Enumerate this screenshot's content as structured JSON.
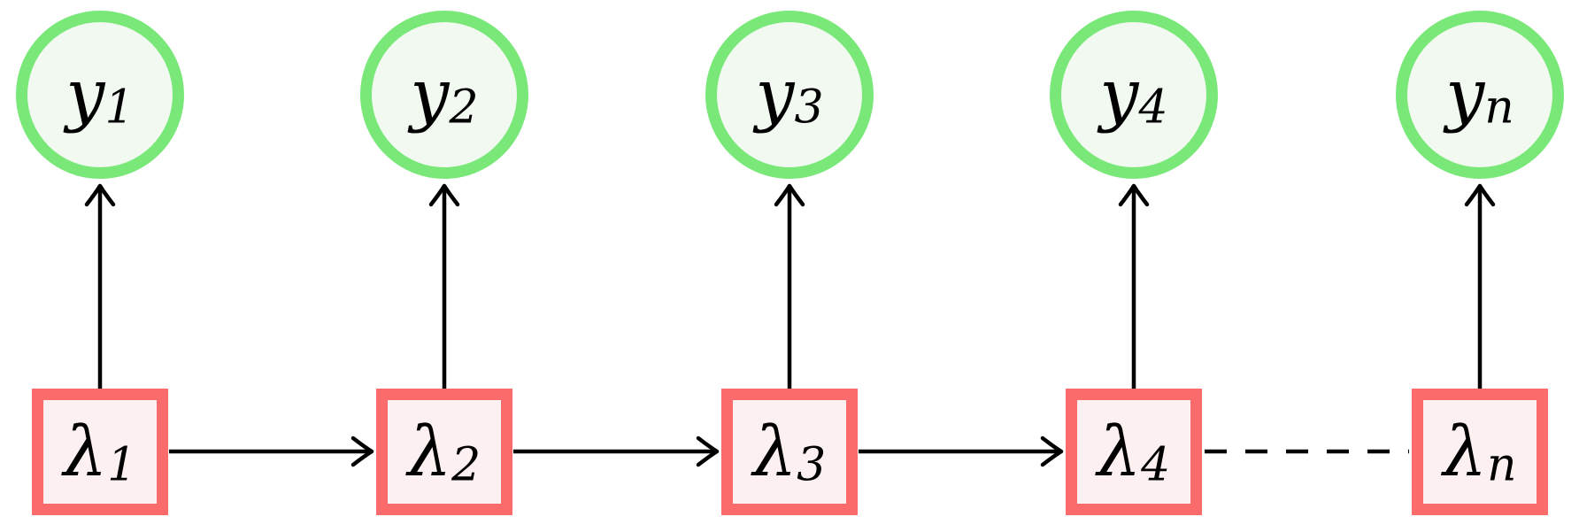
{
  "colors": {
    "observation_border": "#79e879",
    "observation_fill": "#f1f9f1",
    "state_border": "#fb6b6b",
    "state_fill": "#fdf0f0",
    "edge": "#000000",
    "canvas_bg": "#ffffff"
  },
  "nodes": {
    "observations": [
      {
        "id": "y_1",
        "base": "y",
        "sub": "1"
      },
      {
        "id": "y_2",
        "base": "y",
        "sub": "2"
      },
      {
        "id": "y_3",
        "base": "y",
        "sub": "3"
      },
      {
        "id": "y_4",
        "base": "y",
        "sub": "4"
      },
      {
        "id": "y_n",
        "base": "y",
        "sub": "n"
      }
    ],
    "states": [
      {
        "id": "lambda_1",
        "base": "λ",
        "sub": "1"
      },
      {
        "id": "lambda_2",
        "base": "λ",
        "sub": "2"
      },
      {
        "id": "lambda_3",
        "base": "λ",
        "sub": "3"
      },
      {
        "id": "lambda_4",
        "base": "λ",
        "sub": "4"
      },
      {
        "id": "lambda_n",
        "base": "λ",
        "sub": "n"
      }
    ]
  },
  "edges": [
    {
      "from": "lambda_1",
      "to": "y_1",
      "style": "solid-arrow"
    },
    {
      "from": "lambda_2",
      "to": "y_2",
      "style": "solid-arrow"
    },
    {
      "from": "lambda_3",
      "to": "y_3",
      "style": "solid-arrow"
    },
    {
      "from": "lambda_4",
      "to": "y_4",
      "style": "solid-arrow"
    },
    {
      "from": "lambda_n",
      "to": "y_n",
      "style": "solid-arrow"
    },
    {
      "from": "lambda_1",
      "to": "lambda_2",
      "style": "solid-arrow"
    },
    {
      "from": "lambda_2",
      "to": "lambda_3",
      "style": "solid-arrow"
    },
    {
      "from": "lambda_3",
      "to": "lambda_4",
      "style": "solid-arrow"
    },
    {
      "from": "lambda_4",
      "to": "lambda_n",
      "style": "dashed"
    }
  ]
}
